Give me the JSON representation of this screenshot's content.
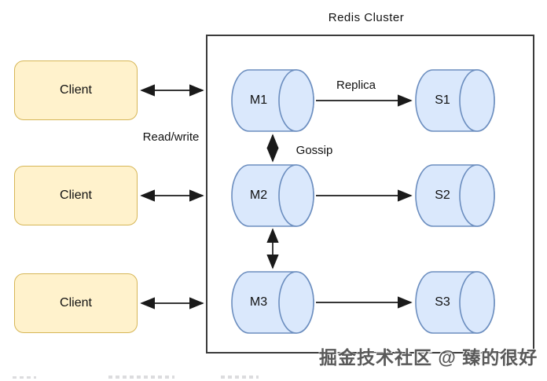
{
  "diagram": {
    "title": "Redis Cluster",
    "clients": [
      {
        "label": "Client"
      },
      {
        "label": "Client"
      },
      {
        "label": "Client"
      }
    ],
    "masters": [
      {
        "label": "M1"
      },
      {
        "label": "M2"
      },
      {
        "label": "M3"
      }
    ],
    "slaves": [
      {
        "label": "S1"
      },
      {
        "label": "S2"
      },
      {
        "label": "S3"
      }
    ],
    "edge_labels": {
      "read_write": "Read/write",
      "replica": "Replica",
      "gossip": "Gossip"
    },
    "watermark": "掘金技术社区 @ 臻的很好",
    "colors": {
      "client_fill": "#FFF2CC",
      "client_border": "#D6B656",
      "node_fill": "#DAE8FC",
      "node_border": "#6C8EBF",
      "arrow": "#1a1a1a",
      "cluster_border": "#3b3b3b",
      "watermark_color": "#595959",
      "text_color": "#111111"
    }
  }
}
